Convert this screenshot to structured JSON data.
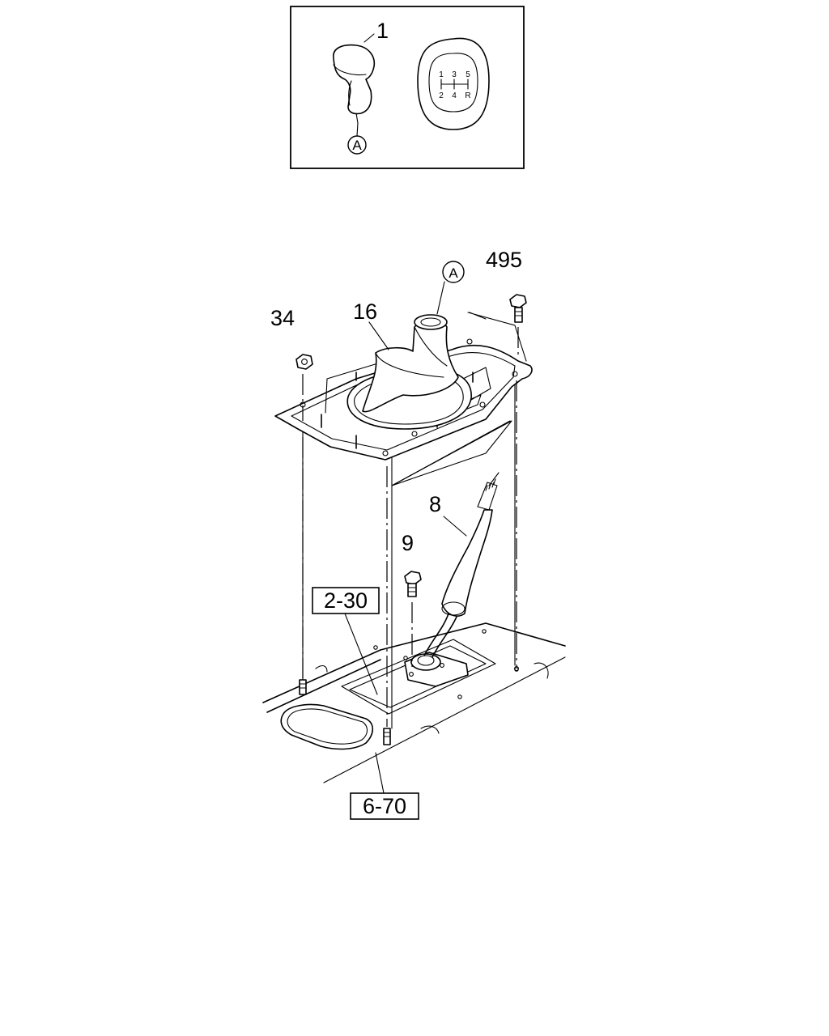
{
  "inset": {
    "callout_knob": "1",
    "reference_marker": "A",
    "shift_pattern": {
      "top_row": [
        "1",
        "3",
        "5"
      ],
      "bottom_row": [
        "2",
        "4",
        "R"
      ]
    }
  },
  "main": {
    "reference_marker": "A",
    "callouts": {
      "nut": "34",
      "boot": "16",
      "bolt_top": "495",
      "lever": "8",
      "bolt_lever": "9"
    },
    "references": {
      "ref_upper": "2-30",
      "ref_lower": "6-70"
    }
  }
}
